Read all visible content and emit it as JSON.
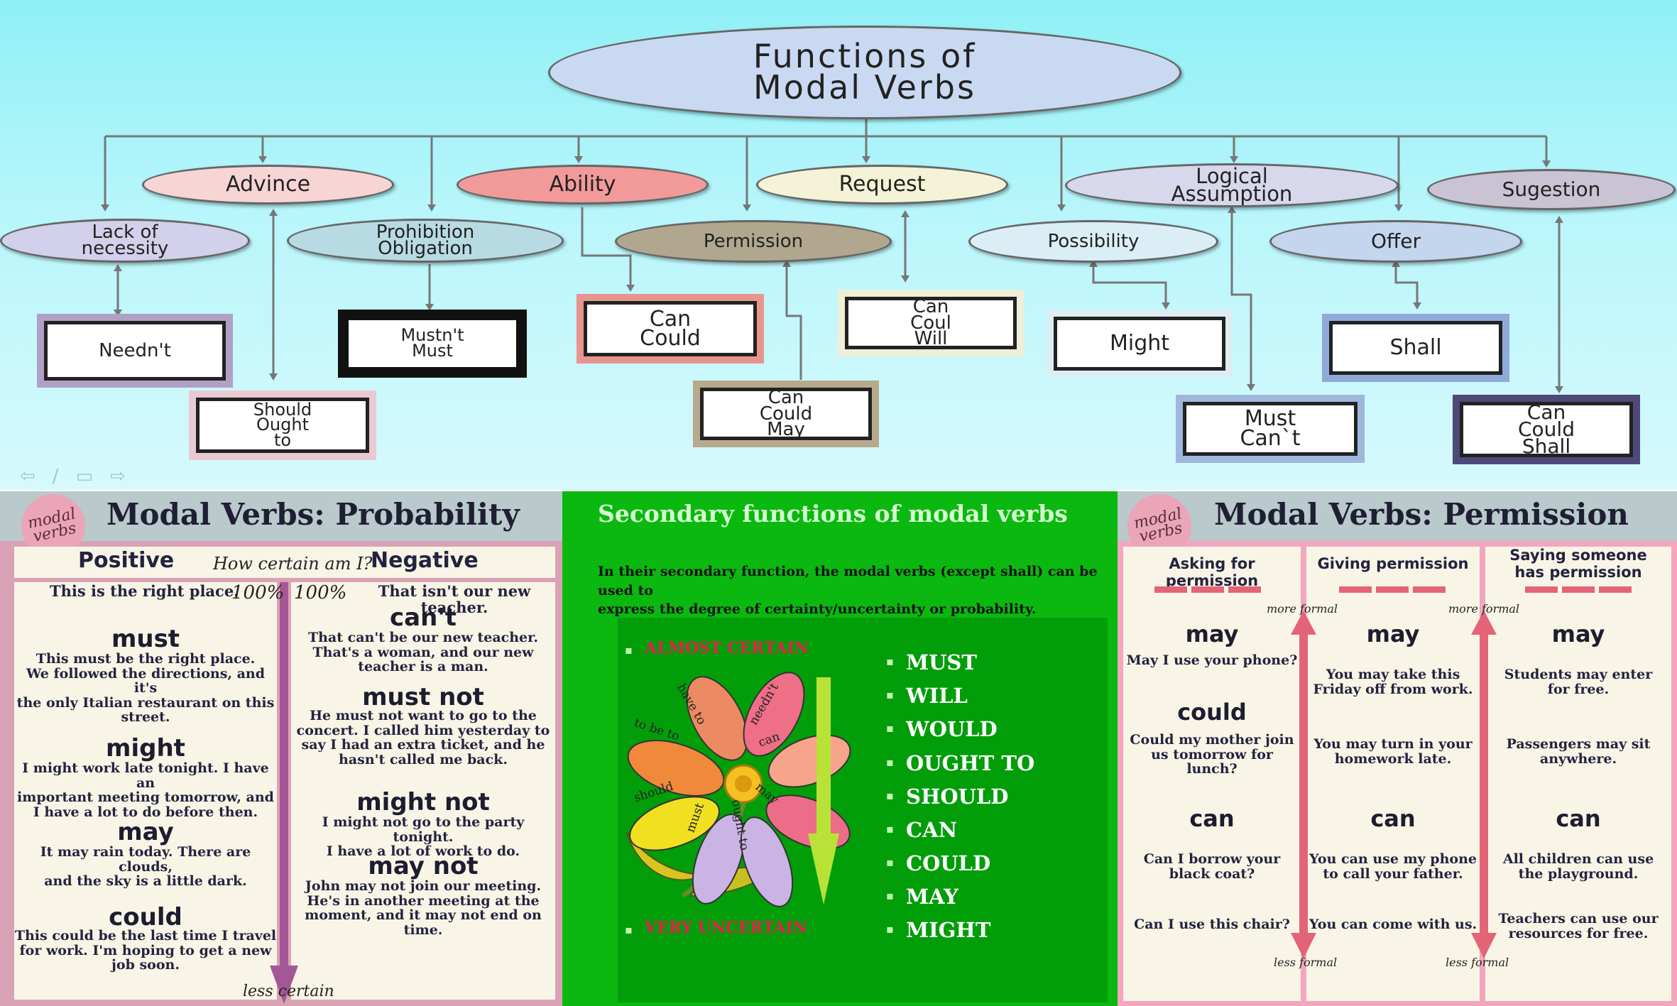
{
  "diagram": {
    "title_line1": "Functions of",
    "title_line2": "Modal Verbs",
    "categories": {
      "advince": "Advince",
      "ability": "Ability",
      "request": "Request",
      "logical_line1": "Logical",
      "logical_line2": "Assumption",
      "sugestion": "Sugestion",
      "lack_line1": "Lack of",
      "lack_line2": "necessity",
      "prohib_line1": "Prohibition",
      "prohib_line2": "Obligation",
      "permission": "Permission",
      "possibility": "Possibility",
      "offer": "Offer"
    },
    "boxes": {
      "neednt": "Needn't",
      "should_l1": "Should",
      "should_l2": "Ought",
      "should_l3": "to",
      "mustnt_l1": "Mustn't",
      "mustnt_l2": "Must",
      "cancould_l1": "Can",
      "cancould_l2": "Could",
      "perm_l1": "Can",
      "perm_l2": "Could",
      "perm_l3": "May",
      "req_l1": "Can",
      "req_l2": "Coul",
      "req_l3": "Will",
      "might": "Might",
      "must_l1": "Must",
      "must_l2": "Can`t",
      "shall": "Shall",
      "sug_l1": "Can",
      "sug_l2": "Could",
      "sug_l3": "Shall"
    },
    "colors": {
      "background": "#a8f3f9",
      "title_ellipse": "#c9d9f1"
    }
  },
  "probability": {
    "badge_l1": "modal",
    "badge_l2": "verbs",
    "title": "Modal Verbs: Probability",
    "positive": "Positive",
    "question": "How certain am I?",
    "negative": "Negative",
    "pos_top": "This is the right place.",
    "pct_left": "100%",
    "pct_right": "100%",
    "neg_top": "That isn't our new teacher.",
    "pos_items": [
      {
        "verb": "must",
        "l1": "This must be the right place.",
        "l2": "We followed the directions, and it's",
        "l3": "the only Italian restaurant on this",
        "l4": "street."
      },
      {
        "verb": "might",
        "l1": "I might work late tonight. I have an",
        "l2": "important meeting tomorrow, and",
        "l3": "I have a lot to do before then."
      },
      {
        "verb": "may",
        "l1": "It may rain today. There are clouds,",
        "l2": "and the sky is a little dark."
      },
      {
        "verb": "could",
        "l1": "This could be the last time I travel",
        "l2": "for work. I'm hoping to get a new",
        "l3": "job soon."
      }
    ],
    "neg_items": [
      {
        "verb": "can't",
        "l1": "That can't be our new teacher.",
        "l2": "That's a woman, and our new",
        "l3": "teacher is a man."
      },
      {
        "verb": "must not",
        "l1": "He must not want to go to the",
        "l2": "concert. I called him yesterday to",
        "l3": "say I had an extra ticket, and he",
        "l4": "hasn't called me back."
      },
      {
        "verb": "might not",
        "l1": "I might not go to the party tonight.",
        "l2": "I have a lot of work to do."
      },
      {
        "verb": "may not",
        "l1": "John may not join our meeting.",
        "l2": "He's in another meeting at the",
        "l3": "moment, and it may not end on time."
      }
    ],
    "less_certain": "less certain"
  },
  "secondary": {
    "title": "Secondary functions of modal verbs",
    "text_l1": "In their secondary function, the modal verbs (except shall) can be used to",
    "text_l2": "express the degree of certainty/uncertainty or probability.",
    "almost": "ALMOST CERTAIN",
    "very": "VERY UNCERTAIN",
    "petals": [
      "have to",
      "needn't",
      "to be to",
      "can",
      "should",
      "must",
      "ought to",
      "may"
    ],
    "list": [
      "MUST",
      "WILL",
      "WOULD",
      "OUGHT TO",
      "SHOULD",
      "CAN",
      "COULD",
      "MAY",
      "MIGHT"
    ]
  },
  "permission": {
    "badge_l1": "modal",
    "badge_l2": "verbs",
    "title": "Modal Verbs: Permission",
    "col1_head": "Asking for permission",
    "col2_head": "Giving permission",
    "col3_head_l1": "Saying someone",
    "col3_head_l2": "has permission",
    "more_formal": "more formal",
    "less_formal": "less formal",
    "col1": {
      "may": "may",
      "may_ex": "May I use your phone?",
      "could": "could",
      "could_l1": "Could my mother join",
      "could_l2": "us tomorrow for",
      "could_l3": "lunch?",
      "can": "can",
      "can_l1": "Can I borrow your",
      "can_l2": "black coat?",
      "can_ex2": "Can I use this chair?"
    },
    "col2": {
      "may": "may",
      "ex1_l1": "You may take this",
      "ex1_l2": "Friday off from work.",
      "ex2_l1": "You may turn in your",
      "ex2_l2": "homework late.",
      "can": "can",
      "ex3_l1": "You can use my phone",
      "ex3_l2": "to call your father.",
      "ex4": "You can come with us."
    },
    "col3": {
      "may": "may",
      "ex1_l1": "Students may enter",
      "ex1_l2": "for free.",
      "ex2_l1": "Passengers may sit",
      "ex2_l2": "anywhere.",
      "can": "can",
      "ex3_l1": "All children can use",
      "ex3_l2": "the playground.",
      "ex4_l1": "Teachers can use our",
      "ex4_l2": "resources for free."
    }
  }
}
